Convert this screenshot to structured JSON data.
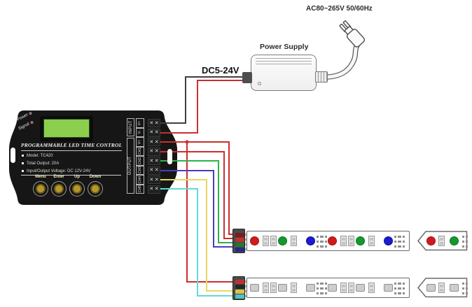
{
  "labels": {
    "ac": "AC80~265V 50/60Hz",
    "power_supply": "Power Supply",
    "dc": "DC5-24V"
  },
  "controller": {
    "title": "PROGRAMMABLE LED TIME CONTROLLER",
    "indicators": [
      {
        "label": "Power"
      },
      {
        "label": "Signal"
      }
    ],
    "specs": [
      "Model: TC420",
      "Total Output: 20A",
      "Input/Output Voltage: DC 12V-24V"
    ],
    "buttons": [
      {
        "label": "Menu"
      },
      {
        "label": "Enter"
      },
      {
        "label": "Up"
      },
      {
        "label": "Down"
      }
    ],
    "terminal_groups": [
      {
        "label": "INPUT"
      },
      {
        "label": "OUTPUT"
      }
    ],
    "terminals": [
      {
        "label": "V+"
      },
      {
        "label": "V-"
      },
      {
        "label": "V+"
      },
      {
        "label": "CH1"
      },
      {
        "label": "CH2"
      },
      {
        "label": "CH3"
      },
      {
        "label": "CH4"
      },
      {
        "label": "CH5"
      }
    ],
    "body_color": "#161616",
    "lcd_color": "#8ccf4e",
    "button_color": "#b4982f"
  },
  "wires": {
    "input1": {
      "color": "#3f3f3f"
    },
    "input2": {
      "color": "#cb2e2e"
    },
    "vplus": {
      "color": "#cb2e2e"
    },
    "ch1": {
      "color": "#cb2e2e"
    },
    "ch2": {
      "color": "#2db34a"
    },
    "ch3": {
      "color": "#4b3bbd"
    },
    "ch4": {
      "color": "#e9d75e"
    },
    "ch5": {
      "color": "#63d8d8"
    }
  },
  "led_colors": {
    "red": "#d31a1a",
    "green": "#13992e",
    "blue": "#1b1bd0",
    "mono": "#cdcdcd"
  },
  "strips": [
    {
      "name": "rgb-strip",
      "connector_bands": [
        "#7a1d1d",
        "#c22f2f",
        "#1d7a2e",
        "#28288a"
      ]
    },
    {
      "name": "mono-strip",
      "connector_bands": [
        "#c22f2f",
        "#262626",
        "#d8c34b",
        "#4cc2c2"
      ]
    }
  ]
}
